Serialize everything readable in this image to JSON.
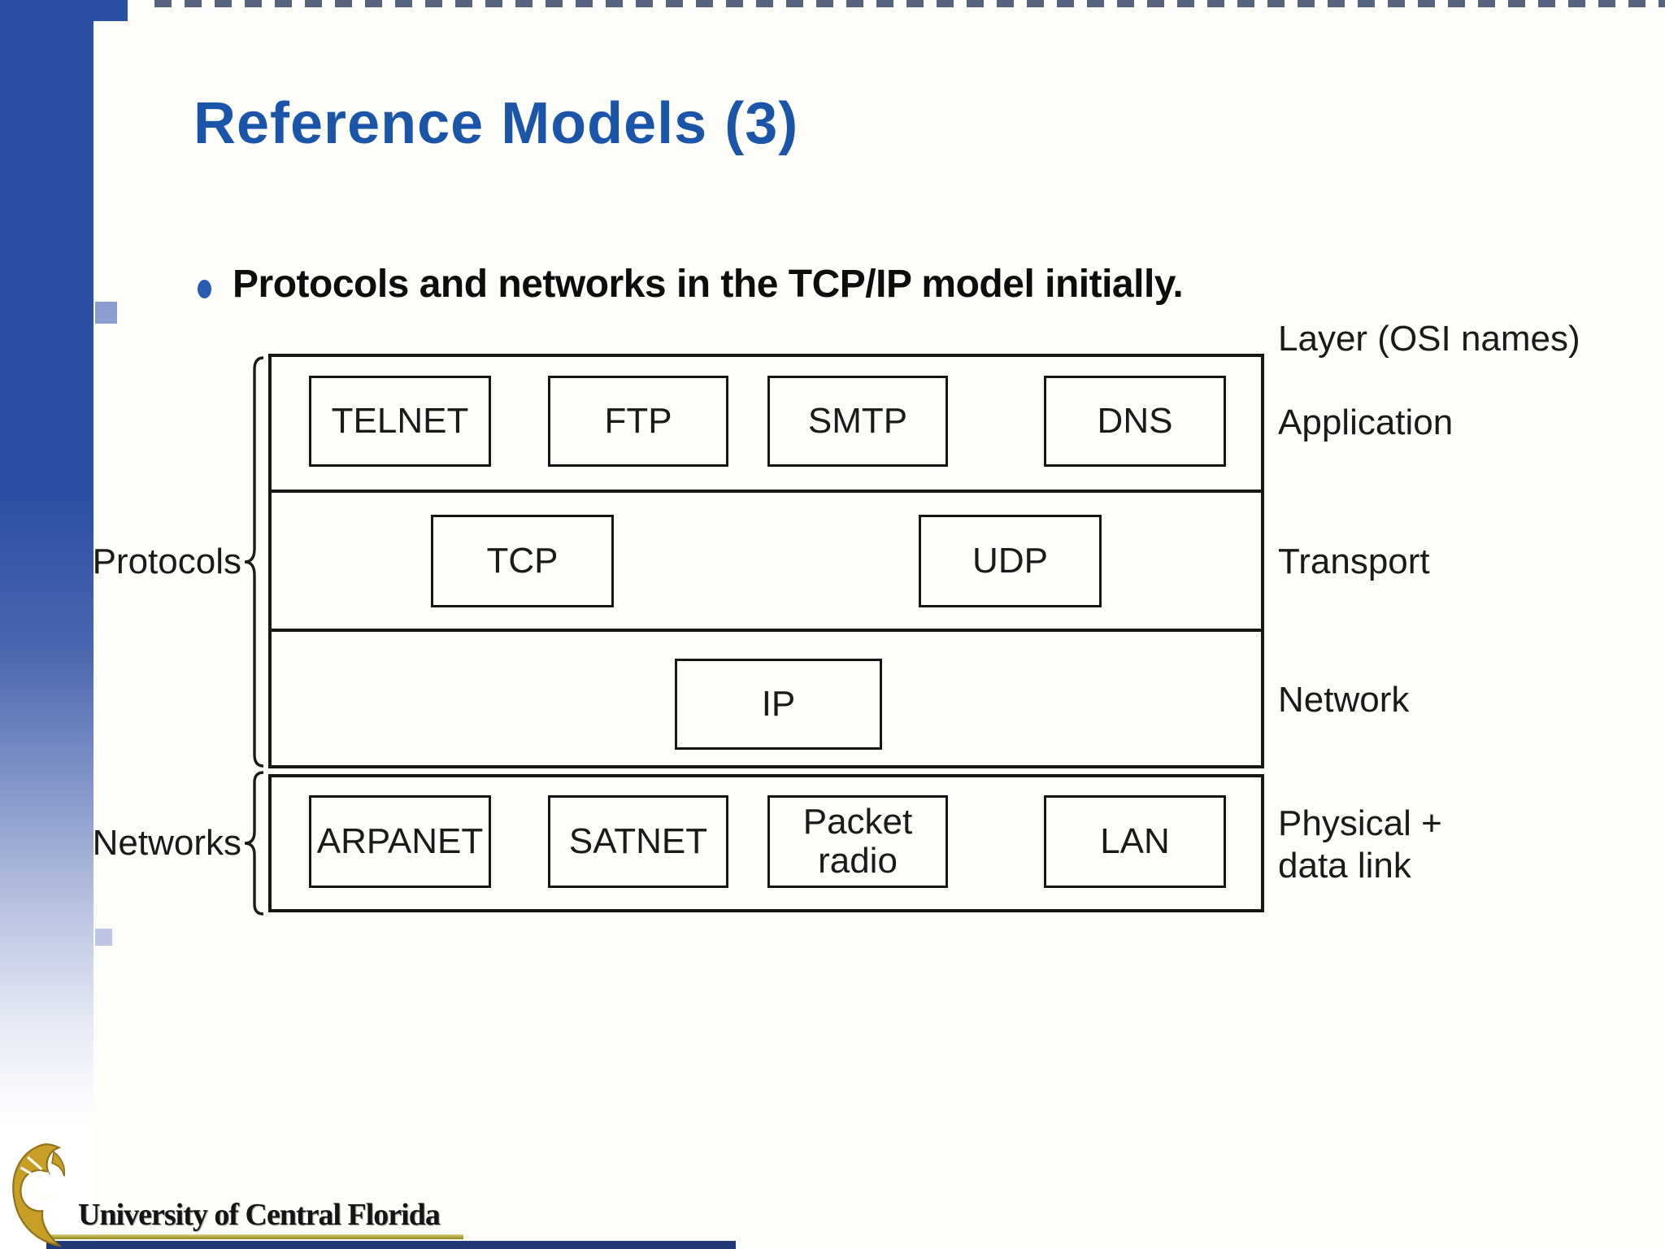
{
  "slide": {
    "title": "Reference Models (3)",
    "bullet_text": "Protocols and networks in the TCP/IP model initially."
  },
  "diagram": {
    "corner_label": "Layer (OSI names)",
    "left_labels": [
      "Protocols",
      "Networks"
    ],
    "right_labels": [
      "Application",
      "Transport",
      "Network",
      "Physical +\ndata link"
    ],
    "app_boxes": [
      "TELNET",
      "FTP",
      "SMTP",
      "DNS"
    ],
    "transport_boxes": [
      "TCP",
      "UDP"
    ],
    "network_boxes": [
      "IP"
    ],
    "physical_boxes": [
      "ARPANET",
      "SATNET",
      "Packet radio",
      "LAN"
    ]
  },
  "footer": {
    "university": "University of Central Florida"
  },
  "colors": {
    "title_blue": "#1b55a9",
    "sidebar_blue": "#2b51a4",
    "diagram_line": "#161616",
    "logo_gold": "#c79f27",
    "footer_navy": "#203a78"
  }
}
